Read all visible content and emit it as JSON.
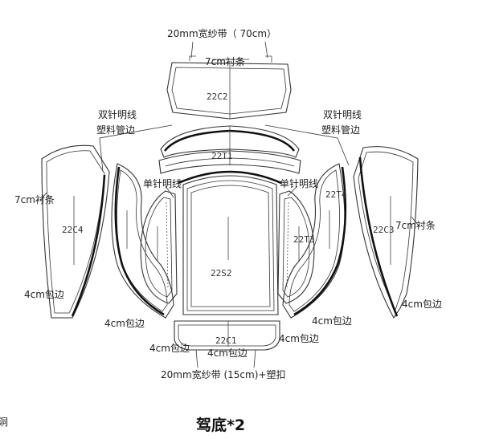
{
  "labels": {
    "top_band": "20mm宽纱带（ 70cm）",
    "top_strip": "7cm衬条",
    "double_needle_left_l1": "双针明线",
    "double_needle_left_l2": "塑料管边",
    "double_needle_right_l1": "双针明线",
    "double_needle_right_l2": "塑料管边",
    "single_needle_left": "单针明线",
    "single_needle_right": "单针明线",
    "strip_left": "7cm衬条",
    "strip_right": "7cm衬条",
    "bind_left_outer": "4cm包边",
    "bind_left_mid": "4cm包边",
    "bind_bottom_left": "4cm包边",
    "bind_bottom_center": "4cm包边",
    "bind_right_mid": "4cm包边",
    "bind_bottom_right": "4cm包边",
    "bind_right_outer": "4cm包边",
    "bottom_band": "20mm宽纱带 (15cm)+塑扣",
    "corner_fragment": "洞"
  },
  "parts": {
    "c2": "22C2",
    "t1": "22T1",
    "c4": "22C4",
    "t4": "22T4",
    "c3": "22C3",
    "t3": "22T3",
    "s2": "22S2",
    "c1": "22C1"
  },
  "title": "驾底*2"
}
